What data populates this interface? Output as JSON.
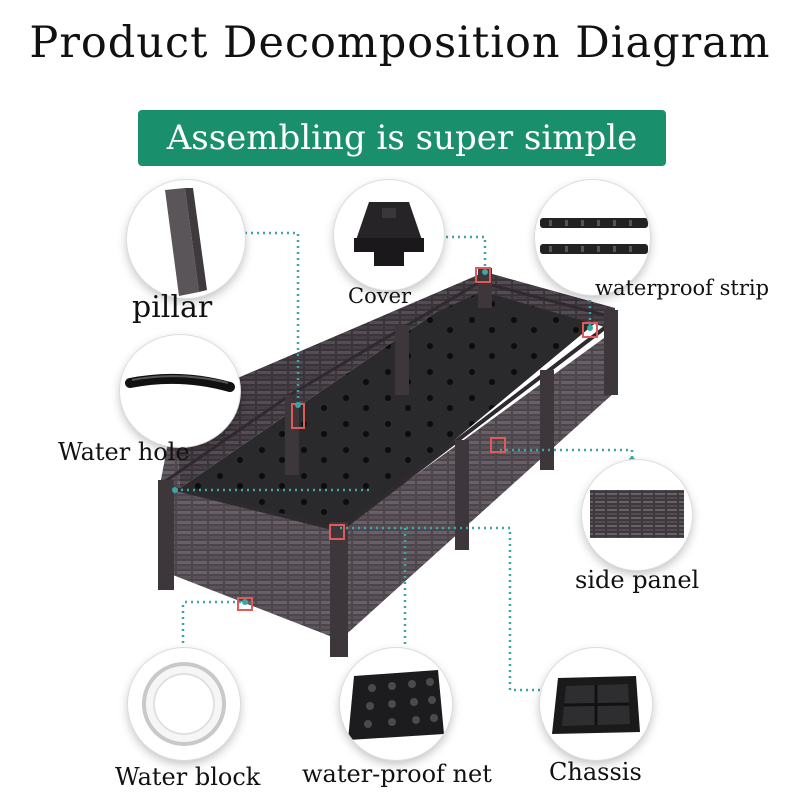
{
  "title": "Product Decomposition Diagram",
  "banner": "Assembling is super simple",
  "parts": {
    "pillar": "pillar",
    "cover": "Cover",
    "waterproof_strip": "waterproof strip",
    "water_hole": "Water hole",
    "side_panel": "side panel",
    "water_block": "Water block",
    "waterproof_net": "water-proof net",
    "chassis": "Chassis"
  },
  "colors": {
    "banner": "#1a8f6c",
    "leader": "#3aa6a6",
    "product": "#4a4249",
    "marker": "#e05a5a"
  }
}
